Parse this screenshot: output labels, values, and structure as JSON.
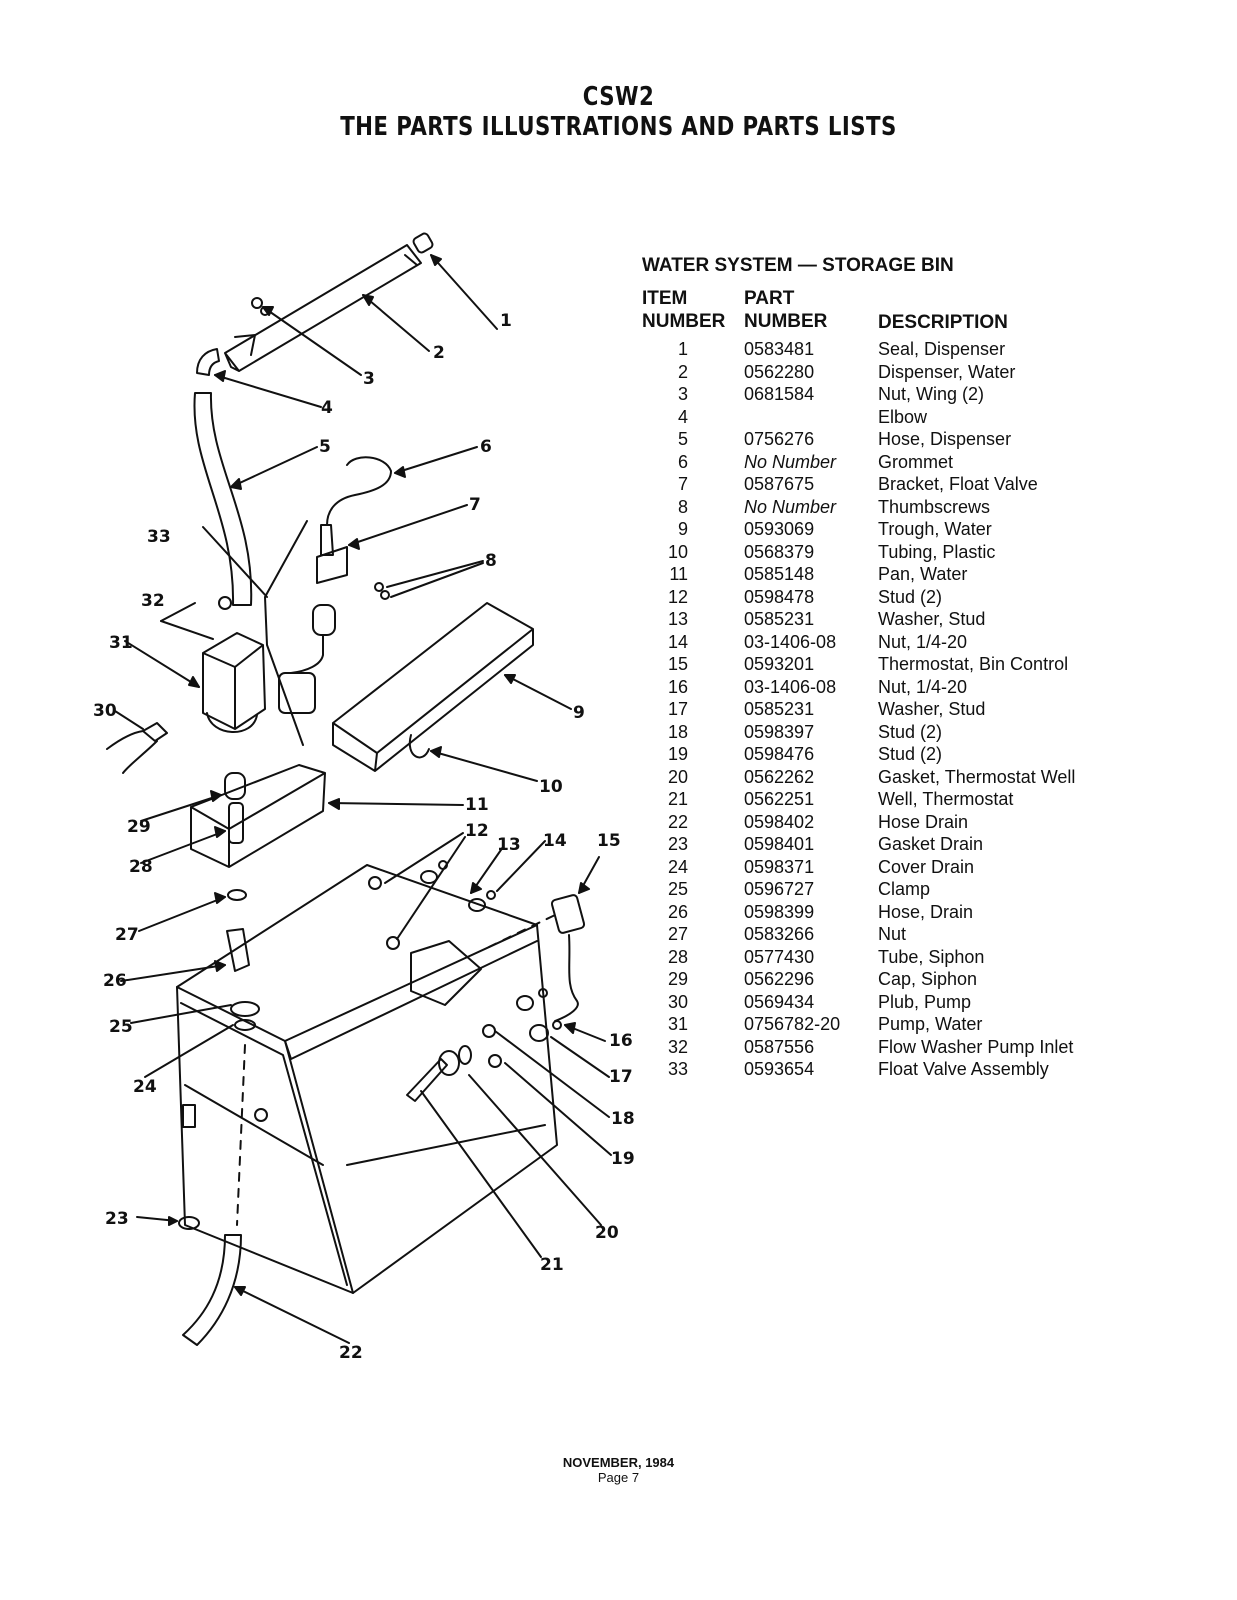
{
  "header": {
    "model": "CSW2",
    "title": "THE PARTS ILLUSTRATIONS AND PARTS LISTS"
  },
  "parts_list": {
    "section_title": "WATER SYSTEM — STORAGE BIN",
    "col_item_line1": "ITEM",
    "col_item_line2": "NUMBER",
    "col_part_line1": "PART",
    "col_part_line2": "NUMBER",
    "col_desc": "DESCRIPTION",
    "rows": [
      {
        "item": "1",
        "part": "0583481",
        "desc": "Seal, Dispenser"
      },
      {
        "item": "2",
        "part": "0562280",
        "desc": "Dispenser, Water"
      },
      {
        "item": "3",
        "part": "0681584",
        "desc": "Nut, Wing (2)"
      },
      {
        "item": "4",
        "part": "",
        "desc": "Elbow"
      },
      {
        "item": "5",
        "part": "0756276",
        "desc": "Hose, Dispenser"
      },
      {
        "item": "6",
        "part": "No Number",
        "desc": "Grommet"
      },
      {
        "item": "7",
        "part": "0587675",
        "desc": "Bracket, Float Valve"
      },
      {
        "item": "8",
        "part": "No Number",
        "desc": "Thumbscrews"
      },
      {
        "item": "9",
        "part": "0593069",
        "desc": "Trough, Water"
      },
      {
        "item": "10",
        "part": "0568379",
        "desc": "Tubing, Plastic"
      },
      {
        "item": "11",
        "part": "0585148",
        "desc": "Pan, Water"
      },
      {
        "item": "12",
        "part": "0598478",
        "desc": "Stud (2)"
      },
      {
        "item": "13",
        "part": "0585231",
        "desc": "Washer, Stud"
      },
      {
        "item": "14",
        "part": "03-1406-08",
        "desc": "Nut, 1/4-20"
      },
      {
        "item": "15",
        "part": "0593201",
        "desc": "Thermostat, Bin Control"
      },
      {
        "item": "16",
        "part": "03-1406-08",
        "desc": "Nut, 1/4-20"
      },
      {
        "item": "17",
        "part": "0585231",
        "desc": "Washer, Stud"
      },
      {
        "item": "18",
        "part": "0598397",
        "desc": "Stud (2)"
      },
      {
        "item": "19",
        "part": "0598476",
        "desc": "Stud (2)"
      },
      {
        "item": "20",
        "part": "0562262",
        "desc": "Gasket, Thermostat Well"
      },
      {
        "item": "21",
        "part": "0562251",
        "desc": "Well, Thermostat"
      },
      {
        "item": "22",
        "part": "0598402",
        "desc": "Hose Drain"
      },
      {
        "item": "23",
        "part": "0598401",
        "desc": "Gasket Drain"
      },
      {
        "item": "24",
        "part": "0598371",
        "desc": "Cover Drain"
      },
      {
        "item": "25",
        "part": "0596727",
        "desc": "Clamp"
      },
      {
        "item": "26",
        "part": "0598399",
        "desc": "Hose, Drain"
      },
      {
        "item": "27",
        "part": "0583266",
        "desc": "Nut"
      },
      {
        "item": "28",
        "part": "0577430",
        "desc": "Tube, Siphon"
      },
      {
        "item": "29",
        "part": "0562296",
        "desc": "Cap, Siphon"
      },
      {
        "item": "30",
        "part": "0569434",
        "desc": "Plub, Pump"
      },
      {
        "item": "31",
        "part": "0756782-20",
        "desc": "Pump, Water"
      },
      {
        "item": "32",
        "part": "0587556",
        "desc": "Flow Washer Pump Inlet"
      },
      {
        "item": "33",
        "part": "0593654",
        "desc": "Float Valve Assembly"
      }
    ]
  },
  "figure": {
    "callouts": [
      "1",
      "2",
      "3",
      "4",
      "5",
      "6",
      "7",
      "8",
      "9",
      "10",
      "11",
      "12",
      "13",
      "14",
      "15",
      "16",
      "17",
      "18",
      "19",
      "20",
      "21",
      "22",
      "23",
      "24",
      "25",
      "26",
      "27",
      "28",
      "29",
      "30",
      "31",
      "32",
      "33"
    ]
  },
  "footer": {
    "date": "NOVEMBER, 1984",
    "page": "Page 7"
  }
}
